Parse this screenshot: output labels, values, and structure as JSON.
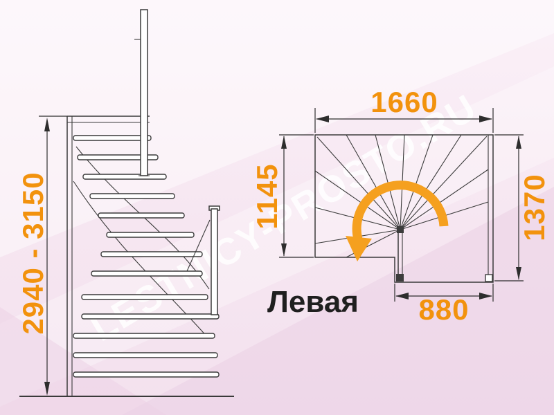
{
  "watermark": "LESTNICY-PROSTO.RU",
  "variant_label": "Левая",
  "dimensions": {
    "height_range": "2940 - 3150",
    "plan_width_top": "1660",
    "plan_depth_left": "1145",
    "plan_depth_right": "1370",
    "plan_width_bottom": "880"
  },
  "colors": {
    "dimension_text": "#f2920d",
    "turn_arrow": "#f5a01f",
    "drawing_line": "#3a3a3a",
    "label_text": "#1f1f1f",
    "background": "#f6e6f1"
  }
}
